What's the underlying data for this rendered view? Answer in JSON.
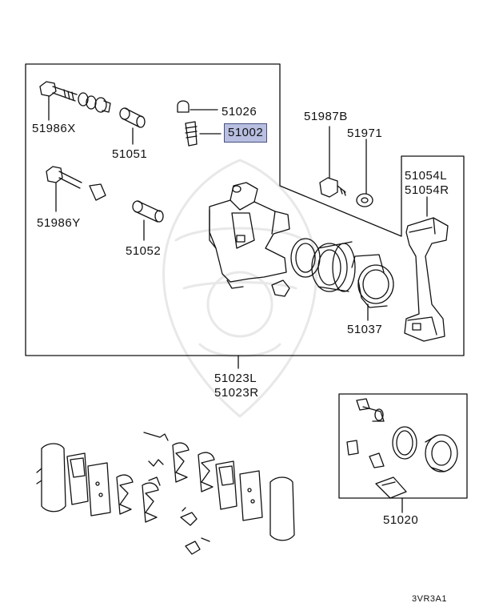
{
  "labels": {
    "p51026": "51026",
    "p51002": "51002",
    "p51986x": "51986X",
    "p51051": "51051",
    "p51986y": "51986Y",
    "p51052": "51052",
    "p51987b": "51987B",
    "p51971": "51971",
    "p51054l": "51054L",
    "p51054r": "51054R",
    "p51037": "51037",
    "p51023l": "51023L",
    "p51023r": "51023R",
    "p51020": "51020"
  },
  "diagram_code": "3VR3A1",
  "highlight_color": "#b8bfe0"
}
